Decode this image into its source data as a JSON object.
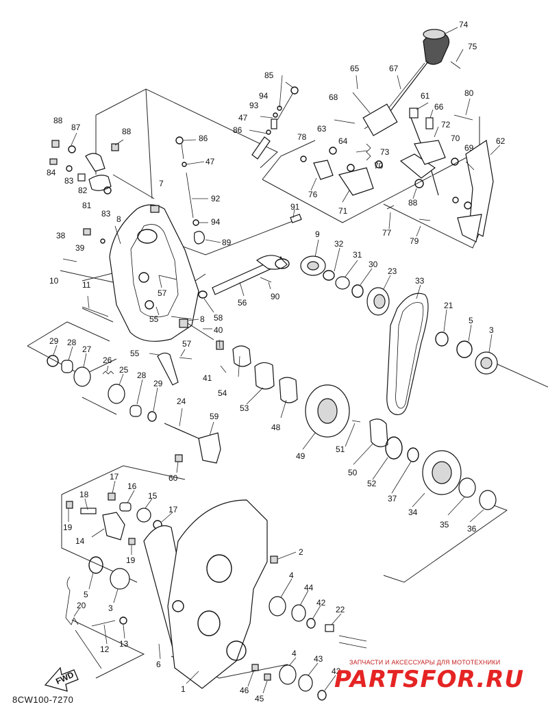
{
  "drawing_code": "8CW100-7270",
  "direction_label": "FWD",
  "watermark": {
    "caption": "ЗАПЧАСТИ И АКСЕССУАРЫ ДЛЯ МОТОТЕХНИКИ",
    "logo": "PARTSFOR.RU"
  },
  "callouts": [
    {
      "id": "c74",
      "label": "74"
    },
    {
      "id": "c75",
      "label": "75"
    },
    {
      "id": "c65",
      "label": "65"
    },
    {
      "id": "c67",
      "label": "67"
    },
    {
      "id": "c85",
      "label": "85"
    },
    {
      "id": "c94a",
      "label": "94"
    },
    {
      "id": "c93",
      "label": "93"
    },
    {
      "id": "c68",
      "label": "68"
    },
    {
      "id": "c61",
      "label": "61"
    },
    {
      "id": "c66",
      "label": "66"
    },
    {
      "id": "c80",
      "label": "80"
    },
    {
      "id": "c47a",
      "label": "47"
    },
    {
      "id": "c72",
      "label": "72"
    },
    {
      "id": "c63",
      "label": "63"
    },
    {
      "id": "c86a",
      "label": "86"
    },
    {
      "id": "c78",
      "label": "78"
    },
    {
      "id": "c64",
      "label": "64"
    },
    {
      "id": "c73",
      "label": "73"
    },
    {
      "id": "c70a",
      "label": "70"
    },
    {
      "id": "c69",
      "label": "69"
    },
    {
      "id": "c62",
      "label": "62"
    },
    {
      "id": "c88a",
      "label": "88"
    },
    {
      "id": "c87",
      "label": "87"
    },
    {
      "id": "c88b",
      "label": "88"
    },
    {
      "id": "c86b",
      "label": "86"
    },
    {
      "id": "c47b",
      "label": "47"
    },
    {
      "id": "c70b",
      "label": "70"
    },
    {
      "id": "c84",
      "label": "84"
    },
    {
      "id": "c83a",
      "label": "83"
    },
    {
      "id": "c82",
      "label": "82"
    },
    {
      "id": "c81",
      "label": "81"
    },
    {
      "id": "c83b",
      "label": "83"
    },
    {
      "id": "c7",
      "label": "7"
    },
    {
      "id": "c92",
      "label": "92"
    },
    {
      "id": "c76",
      "label": "76"
    },
    {
      "id": "c71",
      "label": "71"
    },
    {
      "id": "c88c",
      "label": "88"
    },
    {
      "id": "c77",
      "label": "77"
    },
    {
      "id": "c79",
      "label": "79"
    },
    {
      "id": "c91",
      "label": "91"
    },
    {
      "id": "c8a",
      "label": "8"
    },
    {
      "id": "c94b",
      "label": "94"
    },
    {
      "id": "c38",
      "label": "38"
    },
    {
      "id": "c39",
      "label": "39"
    },
    {
      "id": "c89",
      "label": "89"
    },
    {
      "id": "c9",
      "label": "9"
    },
    {
      "id": "c32",
      "label": "32"
    },
    {
      "id": "c31",
      "label": "31"
    },
    {
      "id": "c30",
      "label": "30"
    },
    {
      "id": "c10",
      "label": "10"
    },
    {
      "id": "c23",
      "label": "23"
    },
    {
      "id": "c33",
      "label": "33"
    },
    {
      "id": "c90",
      "label": "90"
    },
    {
      "id": "c11",
      "label": "11"
    },
    {
      "id": "c57a",
      "label": "57"
    },
    {
      "id": "c56",
      "label": "56"
    },
    {
      "id": "c58",
      "label": "58"
    },
    {
      "id": "c21",
      "label": "21"
    },
    {
      "id": "c55a",
      "label": "55"
    },
    {
      "id": "c8b",
      "label": "8"
    },
    {
      "id": "c5a",
      "label": "5"
    },
    {
      "id": "c40",
      "label": "40"
    },
    {
      "id": "c3a",
      "label": "3"
    },
    {
      "id": "c29a",
      "label": "29"
    },
    {
      "id": "c28a",
      "label": "28"
    },
    {
      "id": "c57b",
      "label": "57"
    },
    {
      "id": "c27",
      "label": "27"
    },
    {
      "id": "c55b",
      "label": "55"
    },
    {
      "id": "c26",
      "label": "26"
    },
    {
      "id": "c25",
      "label": "25"
    },
    {
      "id": "c41",
      "label": "41"
    },
    {
      "id": "c54",
      "label": "54"
    },
    {
      "id": "c28b",
      "label": "28"
    },
    {
      "id": "c29b",
      "label": "29"
    },
    {
      "id": "c53",
      "label": "53"
    },
    {
      "id": "c24",
      "label": "24"
    },
    {
      "id": "c48",
      "label": "48"
    },
    {
      "id": "c59",
      "label": "59"
    },
    {
      "id": "c51",
      "label": "51"
    },
    {
      "id": "c49",
      "label": "49"
    },
    {
      "id": "c50",
      "label": "50"
    },
    {
      "id": "c52",
      "label": "52"
    },
    {
      "id": "c60",
      "label": "60"
    },
    {
      "id": "c37",
      "label": "37"
    },
    {
      "id": "c17a",
      "label": "17"
    },
    {
      "id": "c16",
      "label": "16"
    },
    {
      "id": "c34",
      "label": "34"
    },
    {
      "id": "c35",
      "label": "35"
    },
    {
      "id": "c36",
      "label": "36"
    },
    {
      "id": "c18",
      "label": "18"
    },
    {
      "id": "c15",
      "label": "15"
    },
    {
      "id": "c17b",
      "label": "17"
    },
    {
      "id": "c19a",
      "label": "19"
    },
    {
      "id": "c14",
      "label": "14"
    },
    {
      "id": "c19b",
      "label": "19"
    },
    {
      "id": "c2",
      "label": "2"
    },
    {
      "id": "c5b",
      "label": "5"
    },
    {
      "id": "c4a",
      "label": "4"
    },
    {
      "id": "c3b",
      "label": "3"
    },
    {
      "id": "c44",
      "label": "44"
    },
    {
      "id": "c42a",
      "label": "42"
    },
    {
      "id": "c20",
      "label": "20"
    },
    {
      "id": "c22",
      "label": "22"
    },
    {
      "id": "c12",
      "label": "12"
    },
    {
      "id": "c13",
      "label": "13"
    },
    {
      "id": "c6",
      "label": "6"
    },
    {
      "id": "c4b",
      "label": "4"
    },
    {
      "id": "c43",
      "label": "43"
    },
    {
      "id": "c42b",
      "label": "42"
    },
    {
      "id": "c1",
      "label": "1"
    },
    {
      "id": "c46",
      "label": "46"
    },
    {
      "id": "c45",
      "label": "45"
    }
  ]
}
